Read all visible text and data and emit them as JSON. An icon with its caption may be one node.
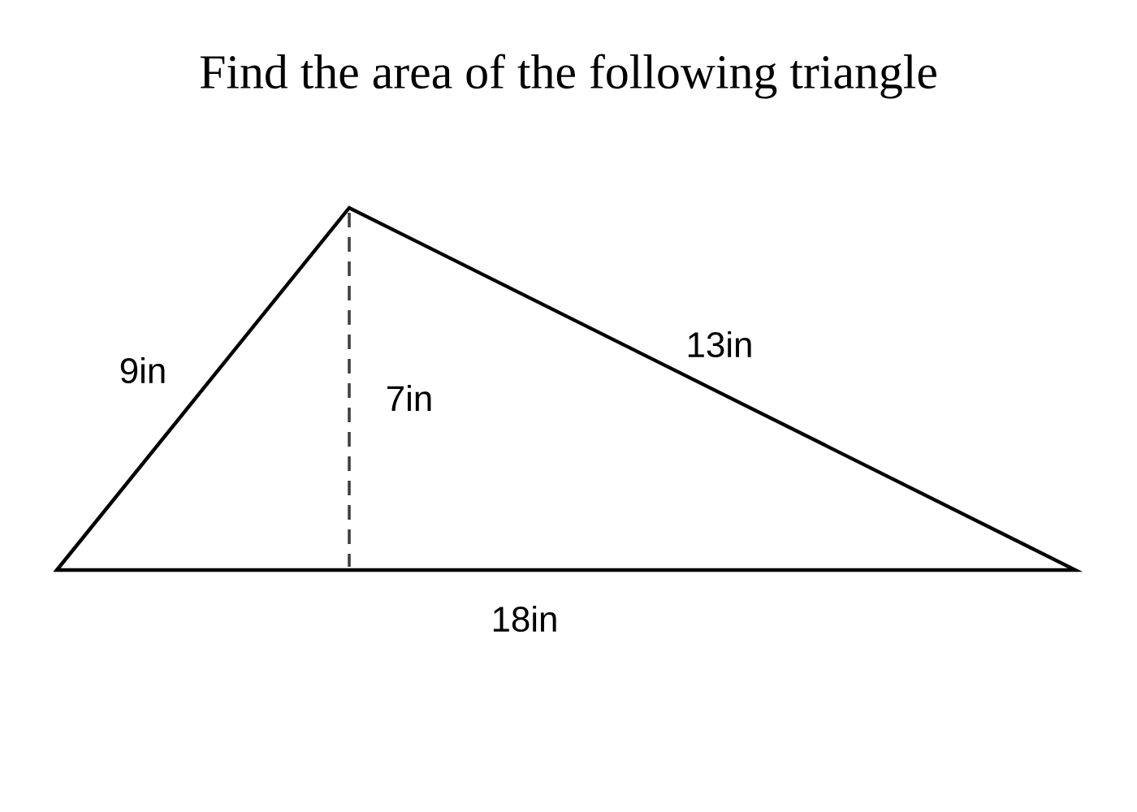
{
  "diagram": {
    "title": "Find the area of the following triangle",
    "labels": [
      "9in",
      "13in",
      "7in",
      "18in"
    ]
  }
}
